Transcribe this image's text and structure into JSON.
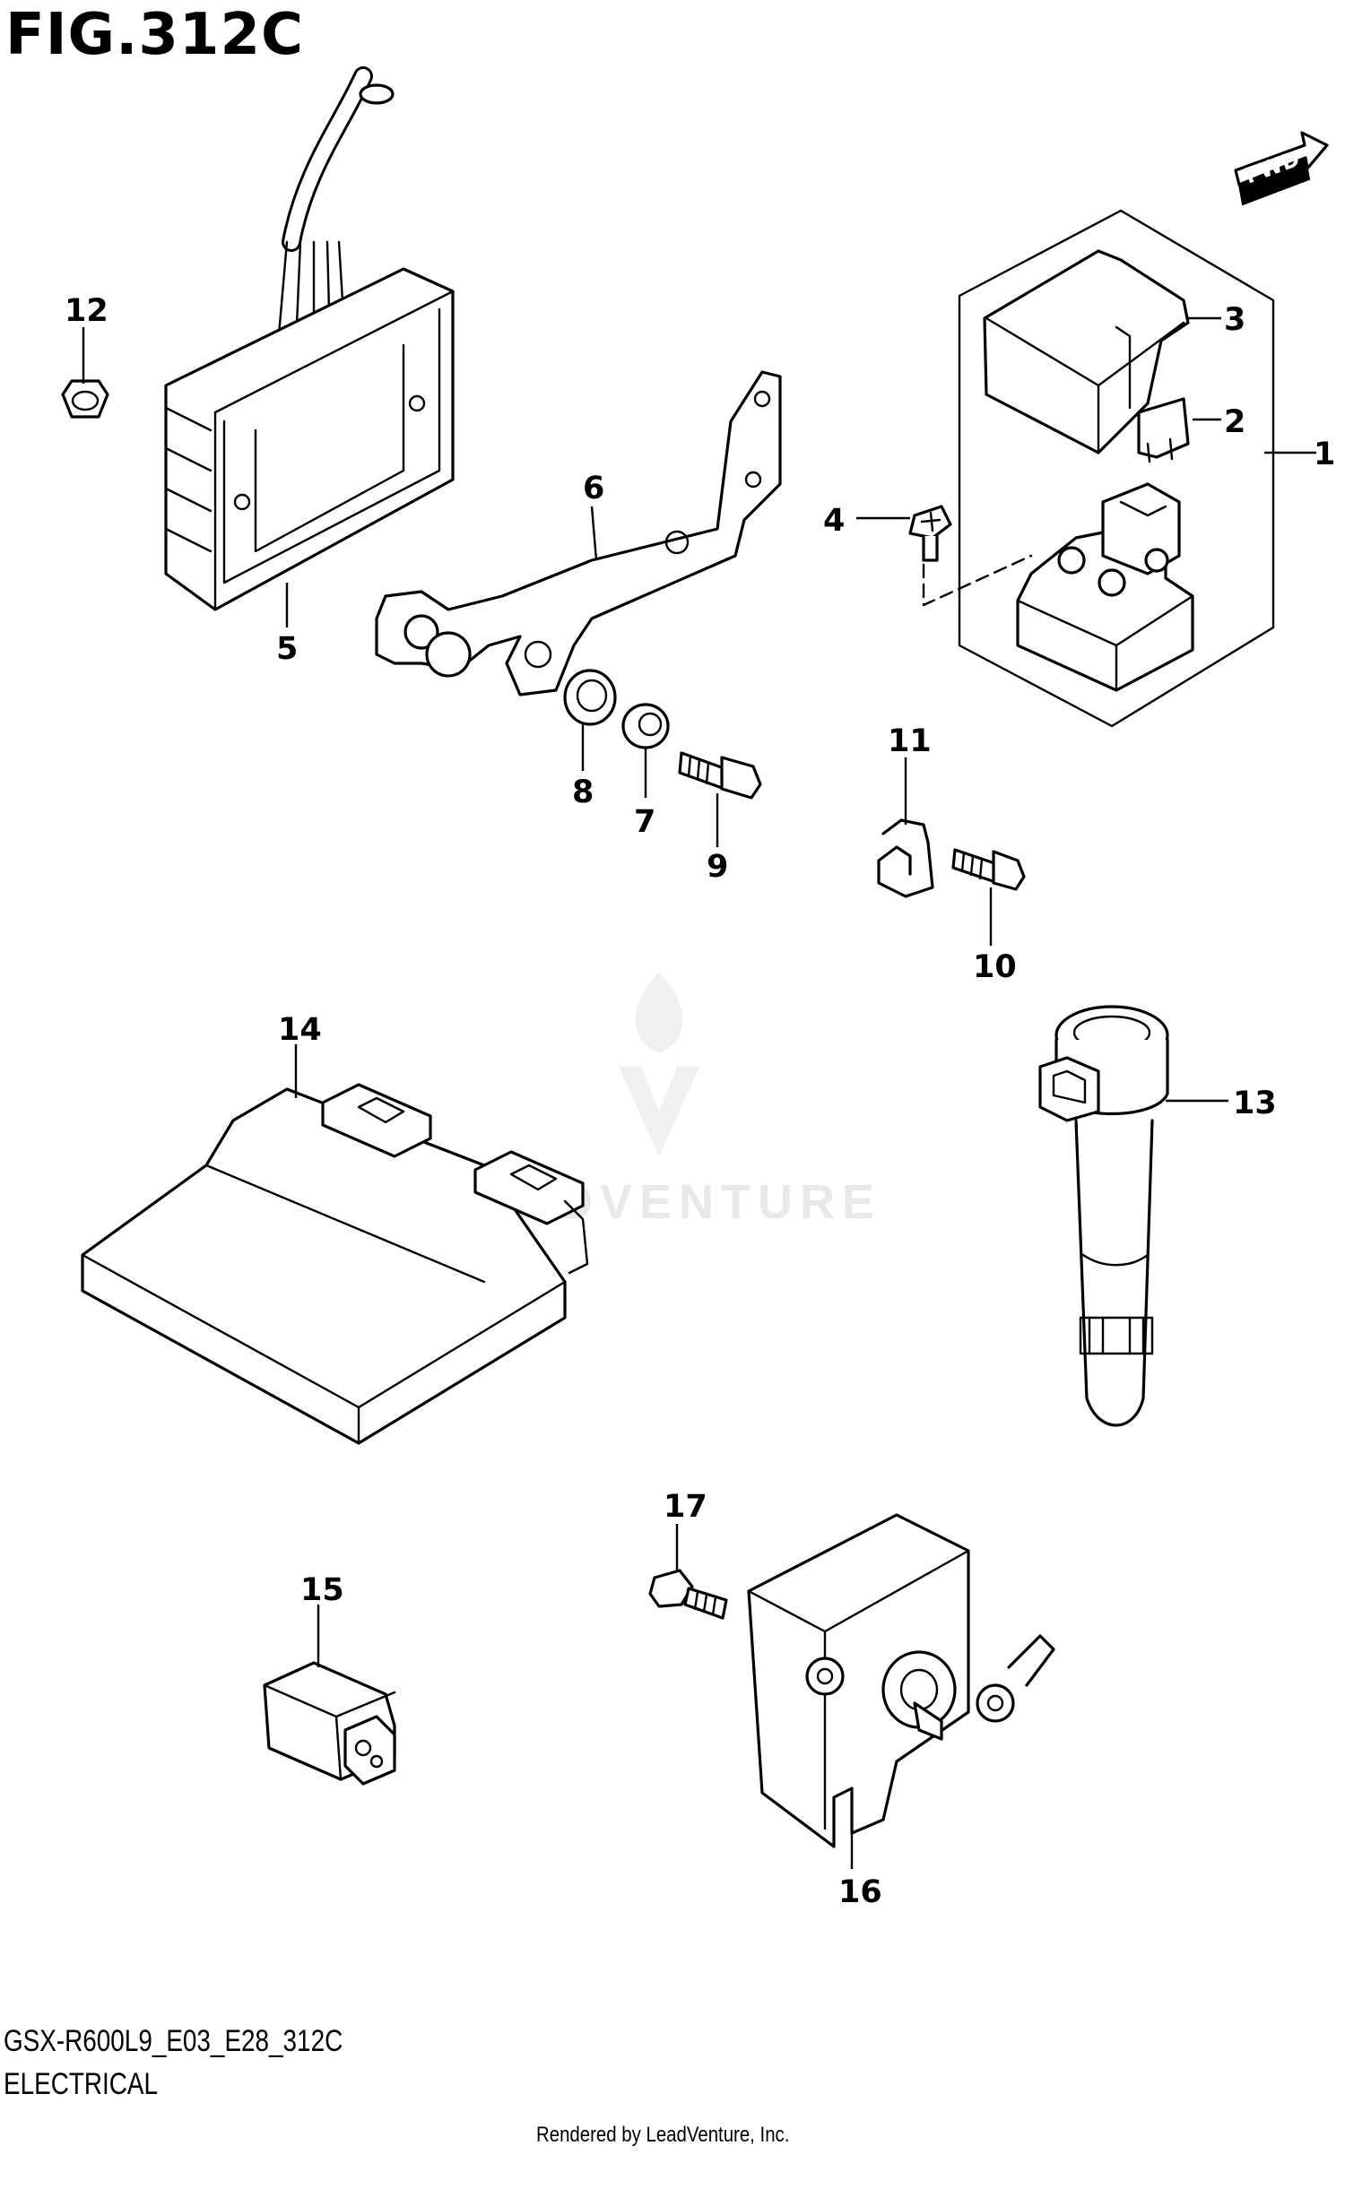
{
  "figure": {
    "title": "FIG.312C",
    "model_code": "GSX-R600L9_E03_E28_312C",
    "section": "ELECTRICAL",
    "credit": "Rendered by LeadVenture, Inc.",
    "watermark": "LEADVENTURE",
    "direction_label": "FWD"
  },
  "callouts": [
    {
      "number": "1"
    },
    {
      "number": "2"
    },
    {
      "number": "3"
    },
    {
      "number": "4"
    },
    {
      "number": "5"
    },
    {
      "number": "6"
    },
    {
      "number": "7"
    },
    {
      "number": "8"
    },
    {
      "number": "9"
    },
    {
      "number": "10"
    },
    {
      "number": "11"
    },
    {
      "number": "12"
    },
    {
      "number": "13"
    },
    {
      "number": "14"
    },
    {
      "number": "15"
    },
    {
      "number": "16"
    },
    {
      "number": "17"
    }
  ],
  "icons": [
    "fwd-arrow-icon",
    "leadventure-flame-logo"
  ]
}
